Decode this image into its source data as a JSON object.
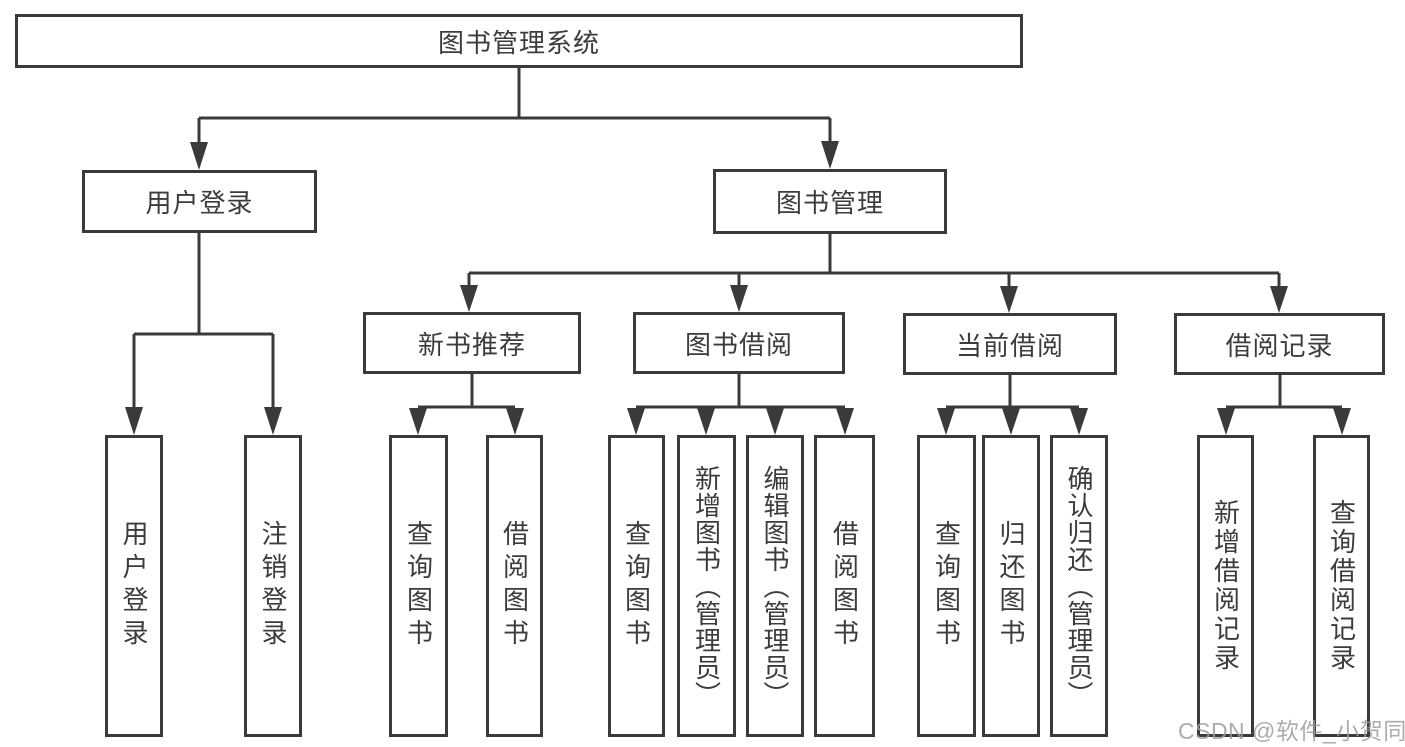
{
  "watermark": {
    "text": "CSDN @软件_小贺同学"
  },
  "colors": {
    "line": "#3a3a3a",
    "box_border": "#3a3a3a",
    "text": "#3b3b40",
    "watermark": "#9e9e9e",
    "background": "#ffffff"
  },
  "tree": {
    "label": "图书管理系统",
    "children": [
      {
        "label": "用户登录",
        "children": [
          {
            "label": "用户登录"
          },
          {
            "label": "注销登录"
          }
        ]
      },
      {
        "label": "图书管理",
        "children": [
          {
            "label": "新书推荐",
            "children": [
              {
                "label": "查询图书"
              },
              {
                "label": "借阅图书"
              }
            ]
          },
          {
            "label": "图书借阅",
            "children": [
              {
                "label": "查询图书"
              },
              {
                "label": "新增图书（管理员）"
              },
              {
                "label": "编辑图书（管理员）"
              },
              {
                "label": "借阅图书"
              }
            ]
          },
          {
            "label": "当前借阅",
            "children": [
              {
                "label": "查询图书"
              },
              {
                "label": "归还图书"
              },
              {
                "label": "确认归还（管理员）"
              }
            ]
          },
          {
            "label": "借阅记录",
            "children": [
              {
                "label": "新增借阅记录"
              },
              {
                "label": "查询借阅记录"
              }
            ]
          }
        ]
      }
    ]
  }
}
